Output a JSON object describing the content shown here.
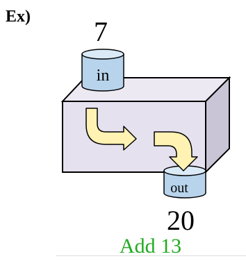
{
  "example_label": "Ex)",
  "machine": {
    "input_label": "in",
    "input_value": "7",
    "output_label": "out",
    "output_value": "20",
    "operation": "Add 13"
  },
  "colors": {
    "box_front": "#e5e1ef",
    "box_top": "#ece9f3",
    "box_side": "#c9c5d6",
    "cylinder_body": "#b8d4ec",
    "cylinder_top": "#dbeaf7",
    "arrow_fill": "#fff2b3",
    "caption": "#22aa22"
  }
}
